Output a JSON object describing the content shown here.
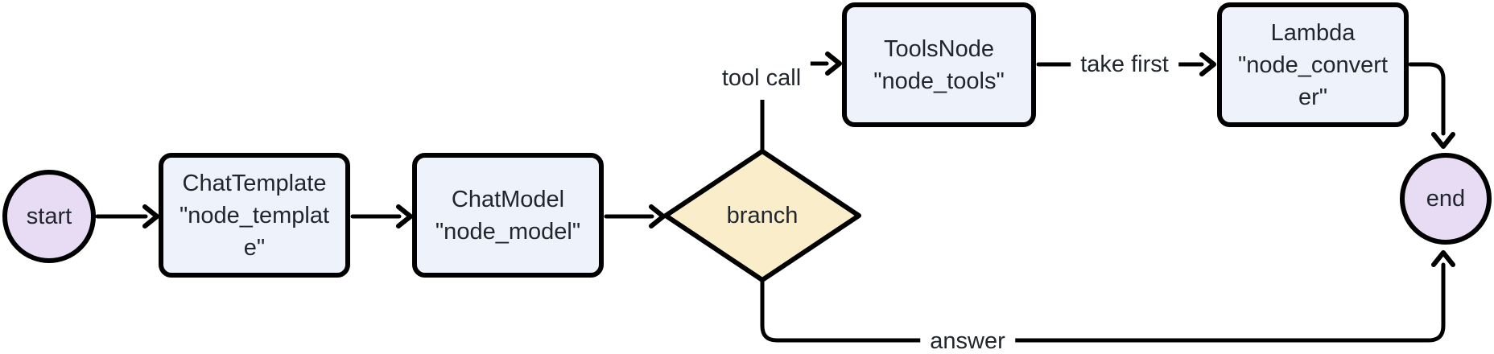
{
  "diagram": {
    "kind": "flowchart",
    "direction": "left-to-right",
    "palette": {
      "terminal_fill": "#E7DCF3",
      "process_fill": "#EDF2FB",
      "decision_fill": "#FAEDC9",
      "stroke": "#000000",
      "text": "#21262E",
      "background": "#FFFFFF"
    },
    "nodes": {
      "start": {
        "shape": "circle",
        "label": "start"
      },
      "template": {
        "shape": "rounded-rect",
        "label": "ChatTemplate\n\"node_templat\ne\""
      },
      "model": {
        "shape": "rounded-rect",
        "label": "ChatModel\n\"node_model\""
      },
      "branch": {
        "shape": "diamond",
        "label": "branch"
      },
      "tools": {
        "shape": "rounded-rect",
        "label": "ToolsNode\n\"node_tools\""
      },
      "converter": {
        "shape": "rounded-rect",
        "label": "Lambda\n\"node_convert\ner\""
      },
      "end": {
        "shape": "circle",
        "label": "end"
      }
    },
    "edges": [
      {
        "from": "start",
        "to": "template",
        "label": ""
      },
      {
        "from": "template",
        "to": "model",
        "label": ""
      },
      {
        "from": "model",
        "to": "branch",
        "label": ""
      },
      {
        "from": "branch",
        "to": "tools",
        "label": "tool call"
      },
      {
        "from": "tools",
        "to": "converter",
        "label": "take first"
      },
      {
        "from": "converter",
        "to": "end",
        "label": ""
      },
      {
        "from": "branch",
        "to": "end",
        "label": "answer"
      }
    ]
  }
}
